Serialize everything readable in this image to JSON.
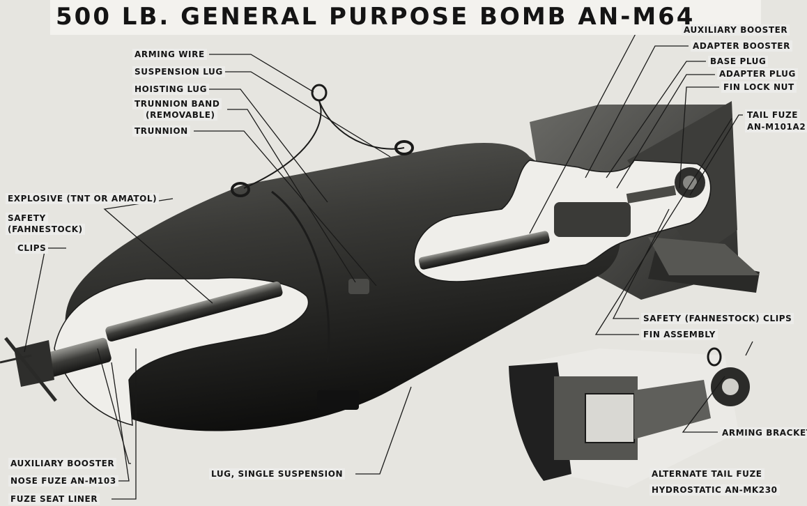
{
  "title": "500 LB. GENERAL PURPOSE BOMB AN-M64",
  "labels": {
    "arming_wire": "ARMING WIRE",
    "suspension_lug": "SUSPENSION LUG",
    "hoisting_lug": "HOISTING LUG",
    "trunnion_band": "TRUNNION BAND",
    "trunnion_band_note": "(REMOVABLE)",
    "trunnion": "TRUNNION",
    "explosive": "EXPLOSIVE (TNT OR AMATOL)",
    "safety_nose_line1": "SAFETY",
    "safety_nose_line2": "(FAHNESTOCK)",
    "clips": "CLIPS",
    "auxiliary_booster_nose": "AUXILIARY BOOSTER",
    "nose_fuze": "NOSE FUZE AN-M103",
    "fuze_seat_liner": "FUZE SEAT LINER",
    "lug_single_suspension": "LUG, SINGLE SUSPENSION",
    "auxiliary_booster_tail": "AUXILIARY BOOSTER",
    "adapter_booster": "ADAPTER BOOSTER",
    "base_plug": "BASE PLUG",
    "adapter_plug": "ADAPTER PLUG",
    "fin_lock_nut": "FIN LOCK NUT",
    "tail_fuze": "TAIL FUZE",
    "tail_fuze_model": "AN-M101A2",
    "safety_clips_tail": "SAFETY (FAHNESTOCK) CLIPS",
    "fin_assembly": "FIN ASSEMBLY",
    "arming_bracket": "ARMING BRACKET",
    "alternate_tail_fuze": "ALTERNATE TAIL FUZE",
    "hydrostatic": "HYDROSTATIC AN-MK230"
  }
}
